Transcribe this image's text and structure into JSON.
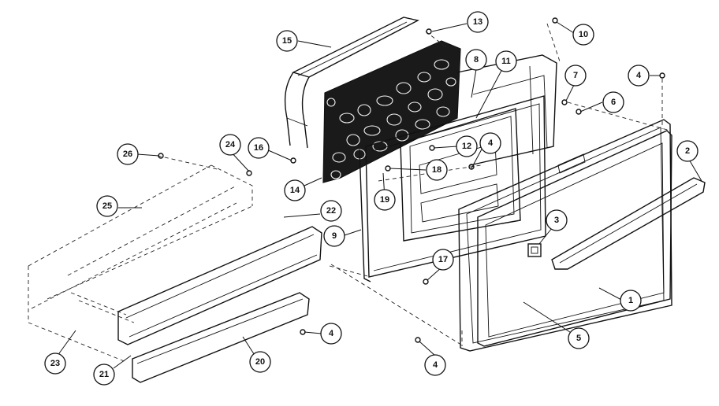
{
  "diagram": {
    "callouts": [
      "1",
      "2",
      "3",
      "4",
      "4",
      "4",
      "4",
      "5",
      "6",
      "7",
      "8",
      "9",
      "10",
      "11",
      "12",
      "13",
      "14",
      "15",
      "16",
      "17",
      "18",
      "19",
      "20",
      "21",
      "22",
      "23",
      "24",
      "25",
      "26"
    ]
  }
}
